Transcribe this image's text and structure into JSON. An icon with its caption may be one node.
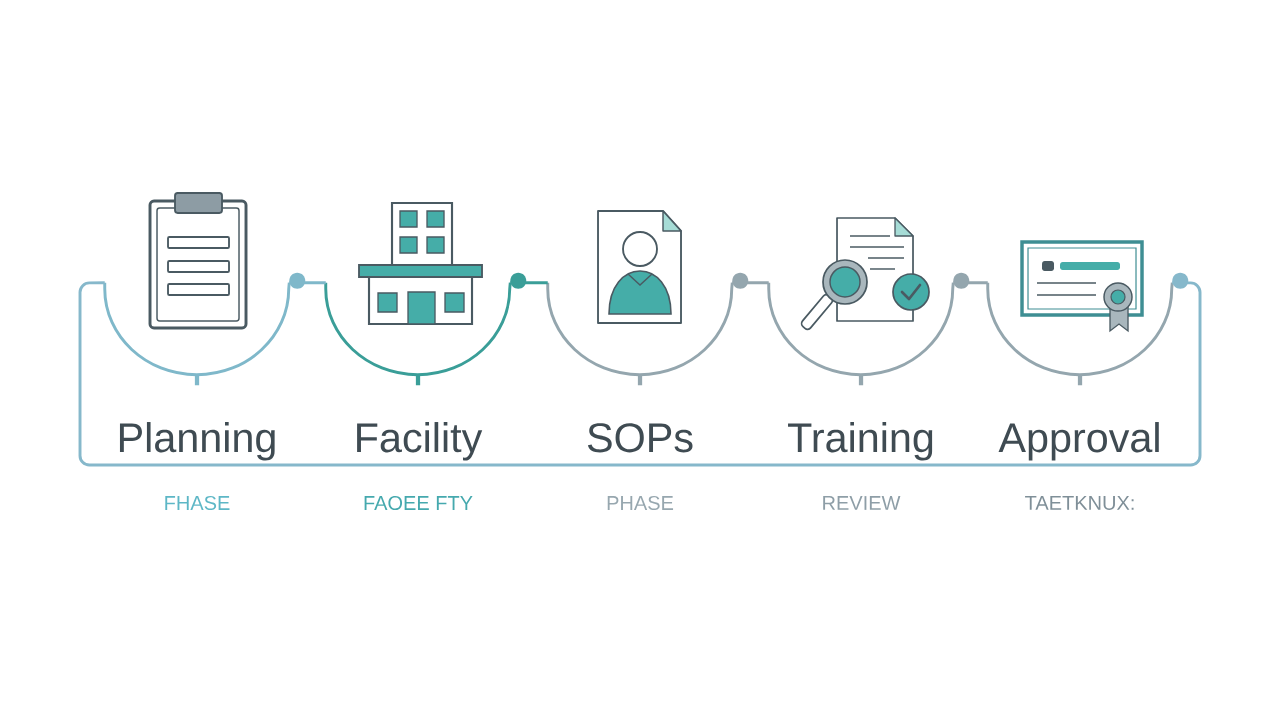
{
  "diagram": {
    "nodes": [
      {
        "text": [
          "Planning"
        ]
      },
      {
        "text": [
          "Facility"
        ]
      },
      {
        "text": [
          "SOPs"
        ]
      },
      {
        "text": [
          "Training"
        ]
      },
      {
        "text": [
          "Approval"
        ]
      }
    ],
    "edges": [
      {
        "from": 0,
        "to": 1,
        "arrow": "other",
        "color": "#7fb8ca"
      },
      {
        "from": 1,
        "to": 2,
        "arrow": "other",
        "color": "#3a9e98"
      },
      {
        "from": 2,
        "to": 3,
        "arrow": "other"
      },
      {
        "from": 3,
        "to": 4,
        "arrow": "other"
      },
      {
        "from": 4,
        "to": 0,
        "arrow": "other",
        "color": "#86b8cb"
      }
    ],
    "labels": [
      "FHASE",
      "FAOEE FTY",
      "PHASE",
      "REVIEW",
      "TAETKNUX:"
    ]
  }
}
